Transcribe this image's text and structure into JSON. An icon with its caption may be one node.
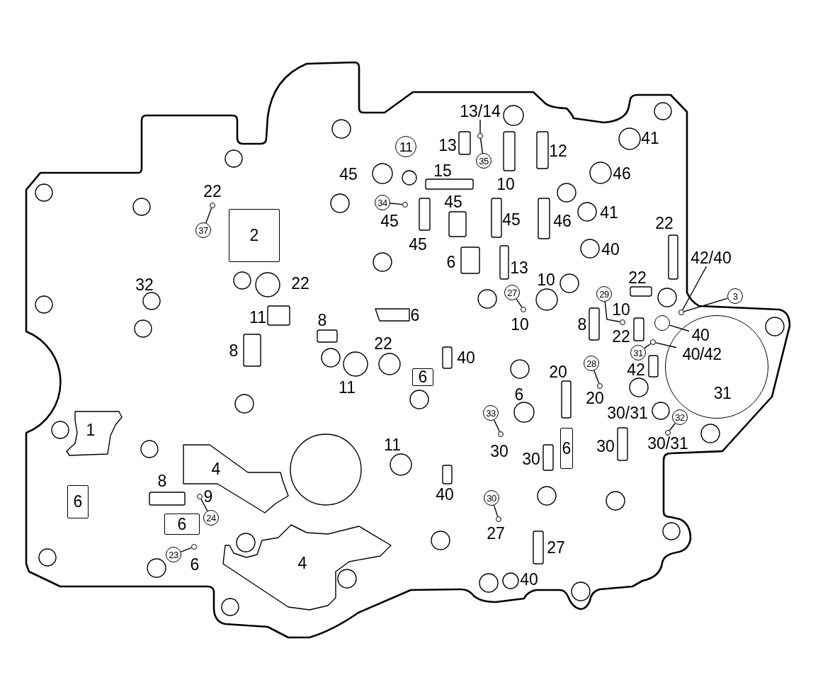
{
  "diagram": {
    "nodes": [
      {
        "text": [
          "2"
        ]
      },
      {
        "text": [
          "1"
        ]
      },
      {
        "text": [
          "4"
        ]
      },
      {
        "text": [
          "4"
        ]
      },
      {
        "text": [
          "6"
        ]
      },
      {
        "text": [
          "6"
        ]
      },
      {
        "text": [
          "6"
        ]
      },
      {
        "text": [
          "6"
        ]
      },
      {
        "text": [
          "31"
        ]
      },
      {
        "text": [
          "11"
        ]
      },
      {
        "text": [
          "37"
        ]
      },
      {
        "text": [],
        "shape": "circle"
      },
      {
        "text": [
          "35"
        ]
      },
      {
        "text": [],
        "shape": "circle"
      },
      {
        "text": [
          "34"
        ]
      },
      {
        "text": [],
        "shape": "circle"
      },
      {
        "text": [
          "27"
        ]
      },
      {
        "text": [],
        "shape": "circle"
      },
      {
        "text": [
          "29"
        ]
      },
      {
        "text": [],
        "shape": "circle"
      },
      {
        "text": [
          "3"
        ]
      },
      {
        "text": [],
        "shape": "circle"
      },
      {
        "text": [
          "31"
        ]
      },
      {
        "text": [],
        "shape": "circle"
      },
      {
        "text": [
          "28"
        ]
      },
      {
        "text": [],
        "shape": "circle"
      },
      {
        "text": [
          "33"
        ]
      },
      {
        "text": [],
        "shape": "circle"
      },
      {
        "text": [
          "32"
        ]
      },
      {
        "text": [],
        "shape": "circle"
      },
      {
        "text": [
          "30"
        ]
      },
      {
        "text": [],
        "shape": "circle"
      },
      {
        "text": [
          "24"
        ]
      },
      {
        "text": [],
        "shape": "circle"
      },
      {
        "text": [
          "23"
        ]
      },
      {
        "text": [],
        "shape": "circle"
      },
      {
        "text": [
          "13/14"
        ]
      },
      {
        "text": [
          "42/40"
        ]
      },
      {
        "text": [
          "40"
        ],
        "in": 8
      },
      {
        "text": [],
        "shape": "circle"
      },
      {
        "text": [
          "40/42"
        ],
        "in": 8
      }
    ],
    "edges": [
      {
        "from": 10,
        "to": 11,
        "arrow": "none"
      },
      {
        "from": 12,
        "to": 13,
        "arrow": "none"
      },
      {
        "from": 36,
        "to": 13,
        "arrow": "none"
      },
      {
        "from": 14,
        "to": 15,
        "arrow": "none"
      },
      {
        "from": 16,
        "to": 17,
        "arrow": "none"
      },
      {
        "from": 18,
        "to": 19,
        "arrow": "none"
      },
      {
        "from": 20,
        "to": 21,
        "arrow": "none"
      },
      {
        "from": 37,
        "to": 21,
        "arrow": "none"
      },
      {
        "from": 22,
        "to": 23,
        "arrow": "none"
      },
      {
        "from": 40,
        "to": 23,
        "arrow": "none"
      },
      {
        "from": 38,
        "to": 39,
        "arrow": "none"
      },
      {
        "from": 24,
        "to": 25,
        "arrow": "none"
      },
      {
        "from": 26,
        "to": 27,
        "arrow": "none"
      },
      {
        "from": 28,
        "to": 29,
        "arrow": "none"
      },
      {
        "from": 30,
        "to": 31,
        "arrow": "none"
      },
      {
        "from": 32,
        "to": 33,
        "arrow": "none"
      },
      {
        "from": 34,
        "to": 35,
        "arrow": "none"
      }
    ],
    "labels": [
      "41",
      "13",
      "12",
      "45",
      "15",
      "46",
      "10",
      "22",
      "45",
      "41",
      "45",
      "46",
      "45",
      "22",
      "45",
      "40",
      "6",
      "13",
      "10",
      "22",
      "32",
      "22",
      "10",
      "6",
      "11",
      "8",
      "10",
      "8",
      "22",
      "22",
      "8",
      "40",
      "42",
      "20",
      "11",
      "6",
      "20",
      "30/31",
      "11",
      "30/31",
      "30",
      "30",
      "30",
      "8",
      "40",
      "9",
      "27",
      "27",
      "6",
      "40"
    ]
  }
}
